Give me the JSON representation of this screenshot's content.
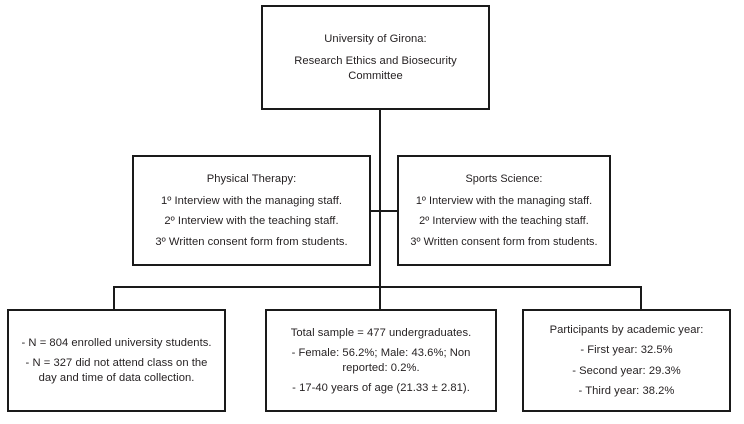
{
  "diagram": {
    "type": "flowchart",
    "title": "University of Girona study recruitment flow",
    "nodes": {
      "ethics_committee": {
        "label": "ethics-committee",
        "lines": [
          "University of Girona:",
          "Research Ethics and Biosecurity Committee"
        ]
      },
      "physical_therapy": {
        "label": "physical-therapy",
        "lines": [
          "Physical Therapy:",
          "1º Interview with the managing staff.",
          "2º Interview with the teaching staff.",
          "3º Written consent form from students."
        ]
      },
      "sports_science": {
        "label": "sports-science",
        "lines": [
          "Sports Science:",
          "1º Interview with the managing staff.",
          "2º Interview with the teaching staff.",
          "3º Written consent form from students."
        ]
      },
      "enrolled_students": {
        "label": "enrolled-students",
        "lines": [
          "- N = 804 enrolled university students.",
          "- N = 327 did not attend class on the day and time of data collection."
        ]
      },
      "total_sample": {
        "label": "total-sample",
        "lines": [
          "Total sample = 477 undergraduates.",
          "- Female: 56.2%; Male: 43.6%; Non reported: 0.2%.",
          "- 17-40 years of age (21.33 ± 2.81)."
        ]
      },
      "academic_year": {
        "label": "academic-year",
        "lines": [
          "Participants by academic year:",
          "- First year: 32.5%",
          "- Second year: 29.3%",
          "- Third year: 38.2%"
        ]
      }
    },
    "statistics": {
      "enrolled_total": 804,
      "did_not_attend": 327,
      "final_sample": 477,
      "female_pct": 56.2,
      "male_pct": 43.6,
      "non_reported_pct": 0.2,
      "age_range": "17-40",
      "age_mean": 21.33,
      "age_sd": 2.81,
      "first_year_pct": 32.5,
      "second_year_pct": 29.3,
      "third_year_pct": 38.2
    },
    "colors": {
      "border": "#1a1a1a",
      "text": "#231f20",
      "background": "#ffffff"
    }
  }
}
